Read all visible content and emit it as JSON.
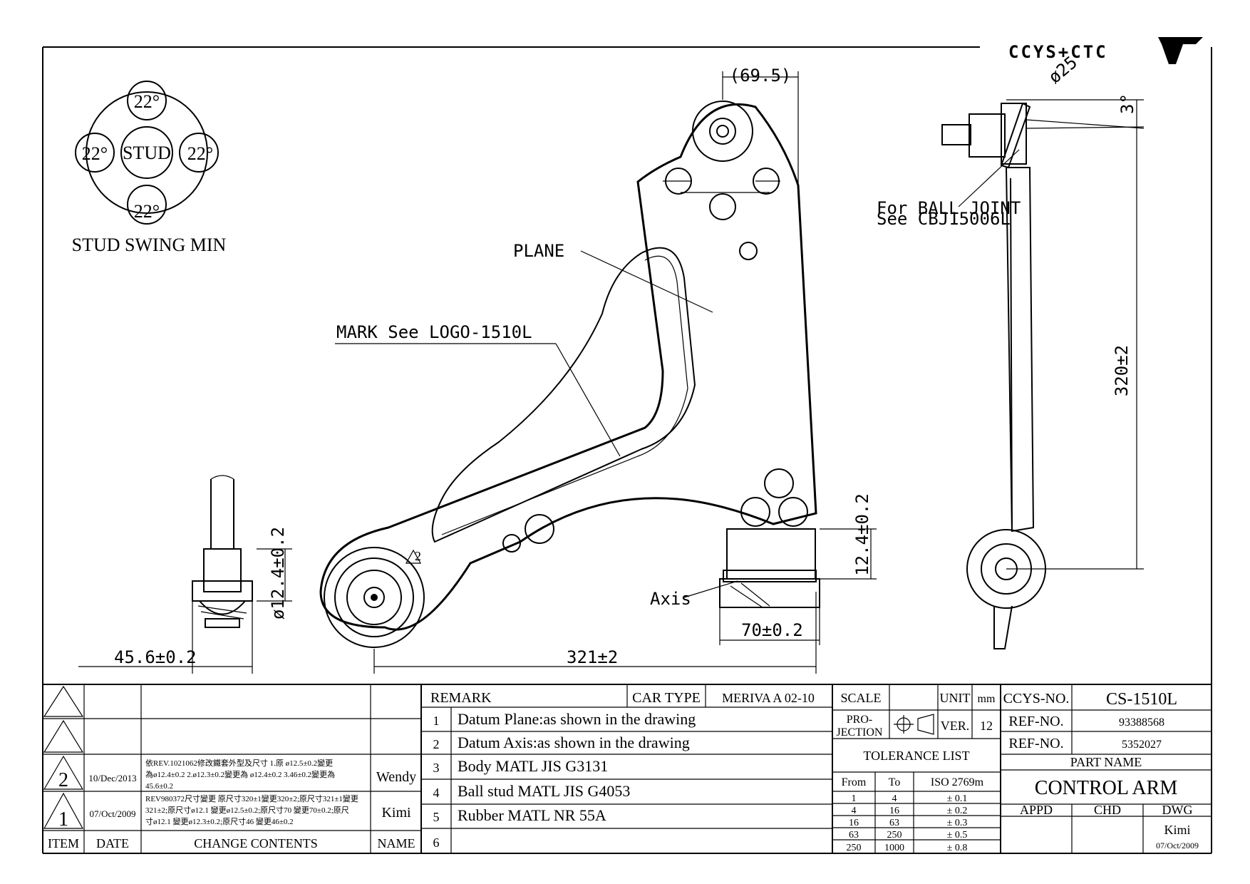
{
  "logo": {
    "text": "CCYS+CTC"
  },
  "stud_swing": {
    "angles": [
      "22°",
      "22°",
      "22°",
      "22°"
    ],
    "center_label": "STUD",
    "caption": "STUD SWING MIN"
  },
  "annotations": {
    "plane": "PLANE",
    "mark": "MARK See LOGO-1510L",
    "axis": "Axis",
    "ball_joint_line1": "For BALL JOINT",
    "ball_joint_line2": "See CBJ15006L"
  },
  "dimensions": {
    "d69_5": "(69.5)",
    "d25": "ø25",
    "d3": "3°",
    "d320": "320±2",
    "d12_4_left": "ø12.4±0.2",
    "d12_4_right": "12.4±0.2",
    "d45_6": "45.6±0.2",
    "d321": "321±2",
    "d70": "70±0.2",
    "rev_mark": "2"
  },
  "revisions": {
    "rows": [
      {
        "mark": "2",
        "date": "10/Dec/2013",
        "contents": [
          "依REV.1021062修改鐵套外型及尺寸 1.原 ø12.5±0.2變更",
          "為ø12.4±0.2 2.ø12.3±0.2變更為 ø12.4±0.2 3.46±0.2變更為",
          "45.6±0.2"
        ],
        "name": "Wendy"
      },
      {
        "mark": "1",
        "date": "07/Oct/2009",
        "contents": [
          "REV980372尺寸變更 原尺寸320±1變更320±2;原尺寸321±1變更",
          "321±2;原尺寸ø12.1 變更ø12.5±0.2;原尺寸70 變更70±0.2;原尺",
          "寸ø12.1 變更ø12.3±0.2;原尺寸46 變更46±0.2"
        ],
        "name": "Kimi"
      }
    ],
    "headers": {
      "item": "ITEM",
      "date": "DATE",
      "contents": "CHANGE CONTENTS",
      "name": "NAME"
    }
  },
  "remarks": {
    "header": "REMARK",
    "car_type_label": "CAR TYPE",
    "car_type_value": "MERIVA A 02-10",
    "items": [
      {
        "no": "1",
        "text": "Datum Plane:as shown in the drawing"
      },
      {
        "no": "2",
        "text": "Datum Axis:as shown in the drawing"
      },
      {
        "no": "3",
        "text": "Body MATL JIS G3131"
      },
      {
        "no": "4",
        "text": "Ball stud MATL JIS G4053"
      },
      {
        "no": "5",
        "text": "Rubber MATL NR 55A"
      },
      {
        "no": "6",
        "text": ""
      }
    ]
  },
  "info": {
    "scale_label": "SCALE",
    "scale_value": "",
    "unit_label": "UNIT",
    "unit_value": "mm",
    "projection_label_1": "PRO-",
    "projection_label_2": "JECTION",
    "ver_label": "VER.",
    "ver_value": "12",
    "tolerance_title": "TOLERANCE LIST",
    "tol_headers": [
      "From",
      "To",
      "ISO 2769m"
    ],
    "tolerances": [
      [
        "1",
        "4",
        "± 0.1"
      ],
      [
        "4",
        "16",
        "± 0.2"
      ],
      [
        "16",
        "63",
        "± 0.3"
      ],
      [
        "63",
        "250",
        "± 0.5"
      ],
      [
        "250",
        "1000",
        "± 0.8"
      ]
    ]
  },
  "title_block": {
    "ccys_label": "CCYS-NO.",
    "ccys_value": "CS-1510L",
    "ref_label_1": "REF-NO.",
    "ref_value_1": "93388568",
    "ref_label_2": "REF-NO.",
    "ref_value_2": "5352027",
    "part_name_label": "PART NAME",
    "part_name_value": "CONTROL ARM",
    "appd_label": "APPD",
    "chd_label": "CHD",
    "dwg_label": "DWG",
    "dwg_name": "Kimi",
    "dwg_date": "07/Oct/2009"
  }
}
